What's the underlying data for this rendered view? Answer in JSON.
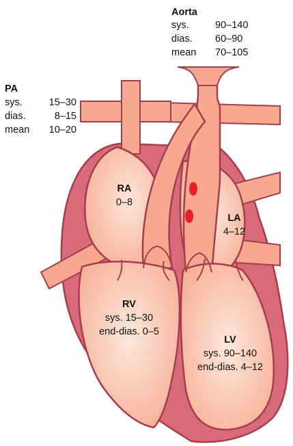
{
  "aorta": {
    "title": "Aorta",
    "rows": [
      {
        "name": "sys.",
        "range": "90–140"
      },
      {
        "name": "dias.",
        "range": "60–90"
      },
      {
        "name": "mean",
        "range": "70–105"
      }
    ]
  },
  "pa": {
    "title": "PA",
    "rows": [
      {
        "name": "sys.",
        "range": "15–30"
      },
      {
        "name": "dias.",
        "range": "8–15"
      },
      {
        "name": "mean",
        "range": "10–20"
      }
    ]
  },
  "ra": {
    "title": "RA",
    "value": "0–8"
  },
  "la": {
    "title": "LA",
    "value": "4–12"
  },
  "rv": {
    "title": "RV",
    "line1": "sys. 15–30",
    "line2": "end-dias. 0–5"
  },
  "lv": {
    "title": "LV",
    "line1": "sys. 90–140",
    "line2": "end-dias. 4–12"
  },
  "colors": {
    "outer_wall": "#d96a7a",
    "wall_outline": "#a63d4e",
    "vessel": "#f6a98f",
    "chamber_light": "#fde6da",
    "chamber_mid": "#f8b9a0",
    "shunt": "#e8202a"
  }
}
